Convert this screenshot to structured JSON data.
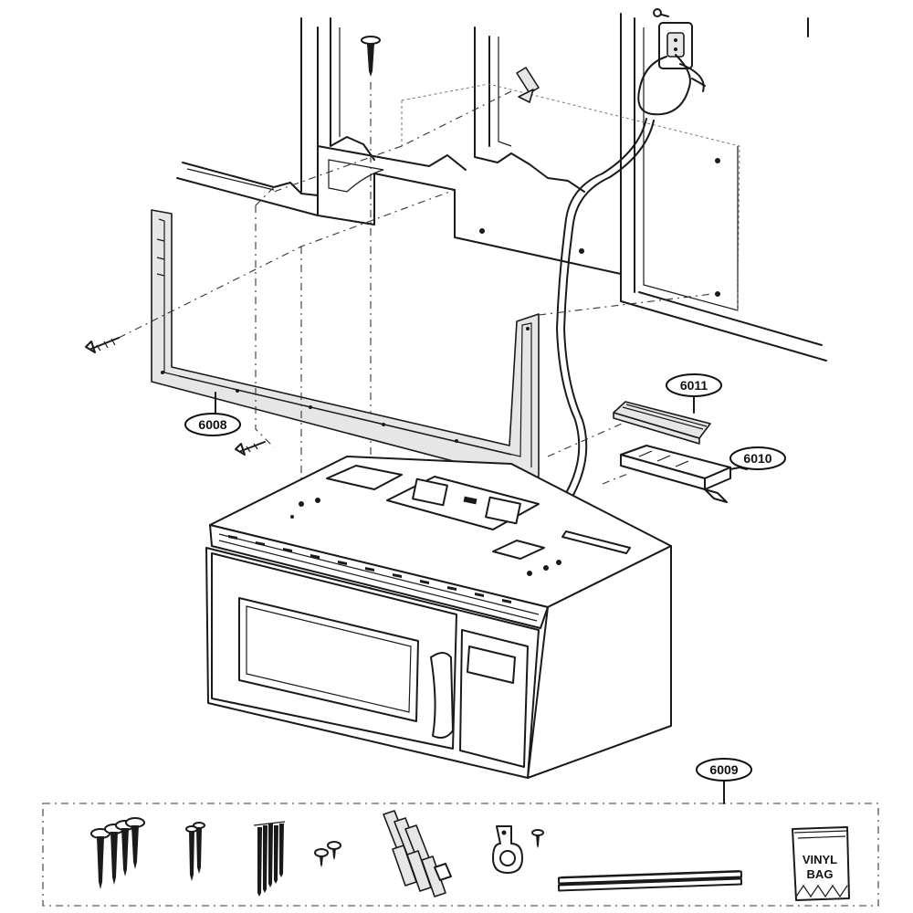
{
  "callouts": {
    "mounting_plate": "6008",
    "hardware_kit": "6009",
    "damper_box": "6010",
    "damper_cover": "6011"
  },
  "kit_labels": {
    "vinyl_bag_line1": "VINYL",
    "vinyl_bag_line2": "BAG"
  }
}
